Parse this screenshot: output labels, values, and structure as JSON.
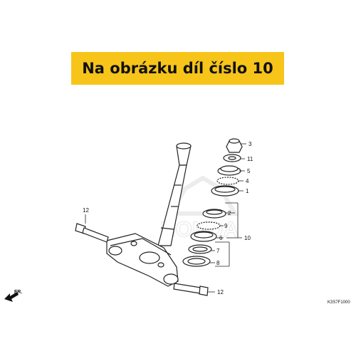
{
  "banner": {
    "text": "Na obrázku díl číslo 10",
    "color": "#f7c41a"
  },
  "callouts": {
    "p1": "1",
    "p2": "2",
    "p3": "3",
    "p4": "4",
    "p5": "5",
    "p6": "6",
    "p7": "7",
    "p8": "8",
    "p9": "9",
    "p10": "10",
    "p11": "11",
    "p12_top": "12",
    "p12_bottom": "12"
  },
  "direction_label": "FR.",
  "drawing_code": "K3S7F1000",
  "watermark": "HONDA"
}
